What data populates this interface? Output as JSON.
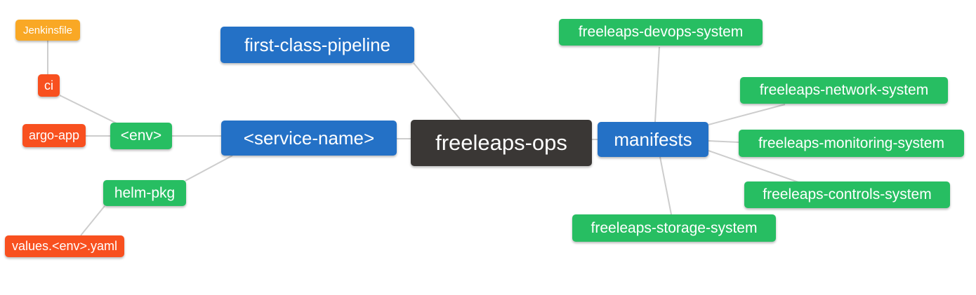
{
  "diagram": {
    "type": "mindmap",
    "background": "#ffffff",
    "edge_color": "#cdcdcd",
    "palette": {
      "root": "#3A3735",
      "level1_blue": "#2471C6",
      "level2_green": "#27BE62",
      "level3_red": "#F8501F",
      "level4_amber": "#F9A825",
      "text": "#ffffff"
    },
    "nodes": [
      {
        "id": "jenkinsfile",
        "label": "Jenkinsfile",
        "level": "level4_amber"
      },
      {
        "id": "ci",
        "label": "ci",
        "level": "level3_red"
      },
      {
        "id": "argo-app",
        "label": "argo-app",
        "level": "level3_red"
      },
      {
        "id": "env",
        "label": "<env>",
        "level": "level2_green"
      },
      {
        "id": "helm-pkg",
        "label": "helm-pkg",
        "level": "level2_green"
      },
      {
        "id": "values-env-yaml",
        "label": "values.<env>.yaml",
        "level": "level3_red"
      },
      {
        "id": "first-class-pipeline",
        "label": "first-class-pipeline",
        "level": "level1_blue"
      },
      {
        "id": "service-name",
        "label": "<service-name>",
        "level": "level1_blue"
      },
      {
        "id": "freeleaps-ops",
        "label": "freeleaps-ops",
        "level": "root"
      },
      {
        "id": "manifests",
        "label": "manifests",
        "level": "level1_blue"
      },
      {
        "id": "freeleaps-devops-system",
        "label": "freeleaps-devops-system",
        "level": "level2_green"
      },
      {
        "id": "freeleaps-network-system",
        "label": "freeleaps-network-system",
        "level": "level2_green"
      },
      {
        "id": "freeleaps-monitoring-system",
        "label": "freeleaps-monitoring-system",
        "level": "level2_green"
      },
      {
        "id": "freeleaps-controls-system",
        "label": "freeleaps-controls-system",
        "level": "level2_green"
      },
      {
        "id": "freeleaps-storage-system",
        "label": "freeleaps-storage-system",
        "level": "level2_green"
      }
    ],
    "edges": [
      {
        "from": "freeleaps-ops",
        "to": "first-class-pipeline"
      },
      {
        "from": "freeleaps-ops",
        "to": "service-name"
      },
      {
        "from": "freeleaps-ops",
        "to": "manifests"
      },
      {
        "from": "service-name",
        "to": "env"
      },
      {
        "from": "service-name",
        "to": "helm-pkg"
      },
      {
        "from": "env",
        "to": "argo-app"
      },
      {
        "from": "env",
        "to": "ci"
      },
      {
        "from": "ci",
        "to": "jenkinsfile"
      },
      {
        "from": "helm-pkg",
        "to": "values-env-yaml"
      },
      {
        "from": "manifests",
        "to": "freeleaps-devops-system"
      },
      {
        "from": "manifests",
        "to": "freeleaps-network-system"
      },
      {
        "from": "manifests",
        "to": "freeleaps-monitoring-system"
      },
      {
        "from": "manifests",
        "to": "freeleaps-controls-system"
      },
      {
        "from": "manifests",
        "to": "freeleaps-storage-system"
      }
    ]
  }
}
